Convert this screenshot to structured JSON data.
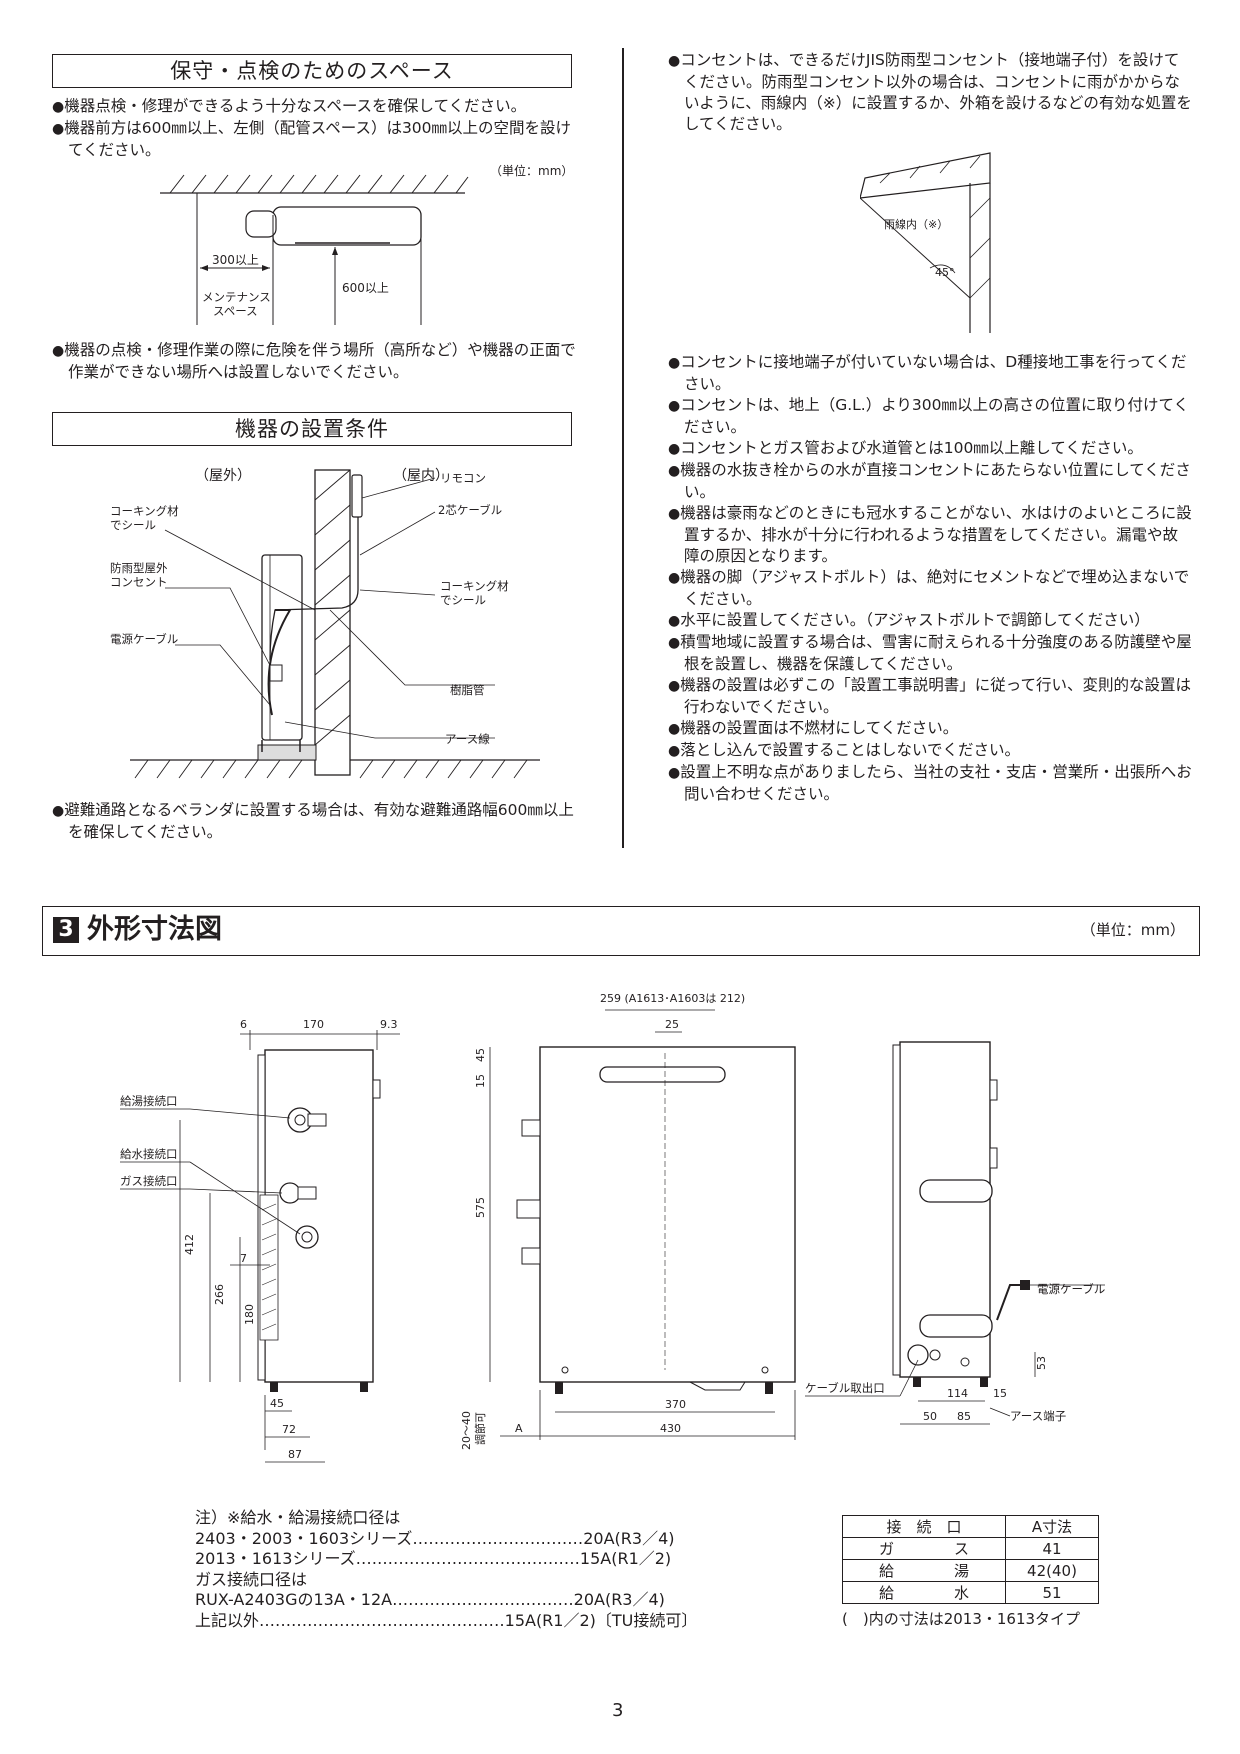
{
  "section_maintenance": {
    "title": "保守・点検のためのスペース",
    "bullets": [
      "機器点検・修理ができるよう十分なスペースを確保してください。",
      "機器前方は600㎜以上、左側（配管スペース）は300㎜以上の空間を設けてください。"
    ],
    "unit": "（単位：mm）",
    "label_300": "300以上",
    "label_600": "600以上",
    "label_space_1": "メンテナンス",
    "label_space_2": "スペース",
    "bullet_after": "機器の点検・修理作業の際に危険を伴う場所（高所など）や機器の正面で作業ができない場所へは設置しないでください。"
  },
  "section_install": {
    "title": "機器の設置条件",
    "outdoor": "（屋外）",
    "indoor": "（屋内）",
    "remote": "リモコン",
    "cable2": "2芯ケーブル",
    "caulk_l1": "コーキング材",
    "caulk_l2": "でシール",
    "outlet_1": "防雨型屋外",
    "outlet_2": "コンセント",
    "power_cable": "電源ケーブル",
    "caulk_r1": "コーキング材",
    "caulk_r2": "でシール",
    "resin_pipe": "樹脂管",
    "earth_wire": "アース線",
    "bullet_after": "避難通路となるベランダに設置する場合は、有効な避難通路幅600㎜以上を確保してください。"
  },
  "right_column": {
    "bullet_top": "コンセントは、できるだけJIS防雨型コンセント（接地端子付）を設けてください。防雨型コンセント以外の場合は、コンセントに雨がかからないように、雨線内（※）に設置するか、外箱を設けるなどの有効な処置をしてください。",
    "rain_label": "雨線内（※）",
    "angle_label": "45°",
    "bullets": [
      "コンセントに接地端子が付いていない場合は、D種接地工事を行ってください。",
      "コンセントは、地上（G.L.）より300㎜以上の高さの位置に取り付けてください。",
      "コンセントとガス管および水道管とは100㎜以上離してください。",
      "機器の水抜き栓からの水が直接コンセントにあたらない位置にしてください。",
      "機器は豪雨などのときにも冠水することがない、水はけのよいところに設置するか、排水が十分に行われるような措置をしてください。漏電や故障の原因となります。",
      "機器の脚（アジャストボルト）は、絶対にセメントなどで埋め込まないでください。",
      "水平に設置してください。（アジャストボルトで調節してください）",
      "積雪地域に設置する場合は、雪害に耐えられる十分強度のある防護壁や屋根を設置し、機器を保護してください。",
      "機器の設置は必ずこの「設置工事説明書」に従って行い、変則的な設置は行わないでください。",
      "機器の設置面は不燃材にしてください。",
      "落とし込んで設置することはしないでください。",
      "設置上不明な点がありましたら、当社の支社・支店・営業所・出張所へお問い合わせください。"
    ]
  },
  "section3": {
    "number": "3",
    "title": "外形寸法図",
    "unit": "（単位：mm）"
  },
  "dims": {
    "side_top": [
      "6",
      "170",
      "9.3"
    ],
    "side_labels": [
      "給湯接続口",
      "給水接続口",
      "ガス接続口"
    ],
    "side_vert": [
      "412",
      "266",
      "180"
    ],
    "side_small": "7",
    "side_bottom": [
      "45",
      "72",
      "87"
    ],
    "front_top": "259 (A1613･A1603は 212)",
    "front_25": "25",
    "front_vert": [
      "45",
      "15",
      "575"
    ],
    "front_adjust_1": "20～40",
    "front_adjust_2": "調節可",
    "front_a": "A",
    "front_370": "370",
    "front_430": "430",
    "right_power": "電源ケーブル",
    "right_53": "53",
    "right_cable_exit": "ケーブル取出口",
    "right_114": "114",
    "right_15": "15",
    "right_50": "50",
    "right_85": "85",
    "right_earth": "アース端子"
  },
  "notes": {
    "lines": [
      "注）※給水・給湯接続口径は",
      "2403・2003・1603シリーズ‥‥‥‥‥‥‥‥‥‥‥‥‥‥‥‥20A(R3／4)",
      "2013・1613シリーズ‥‥‥‥‥‥‥‥‥‥‥‥‥‥‥‥‥‥‥‥‥15A(R1／2)",
      "ガス接続口径は",
      "RUX-A2403Gの13A・12A‥‥‥‥‥‥‥‥‥‥‥‥‥‥‥‥‥20A(R3／4)",
      "上記以外‥‥‥‥‥‥‥‥‥‥‥‥‥‥‥‥‥‥‥‥‥‥‥15A(R1／2)〔TU接続可〕"
    ]
  },
  "conn_table": {
    "header": [
      "接　続　口",
      "A寸法"
    ],
    "rows": [
      [
        "ガ　　　　ス",
        "41"
      ],
      [
        "給　　　　湯",
        "42(40)"
      ],
      [
        "給　　　　水",
        "51"
      ]
    ],
    "note": "(　)内の寸法は2013・1613タイプ"
  },
  "page_number": "3"
}
